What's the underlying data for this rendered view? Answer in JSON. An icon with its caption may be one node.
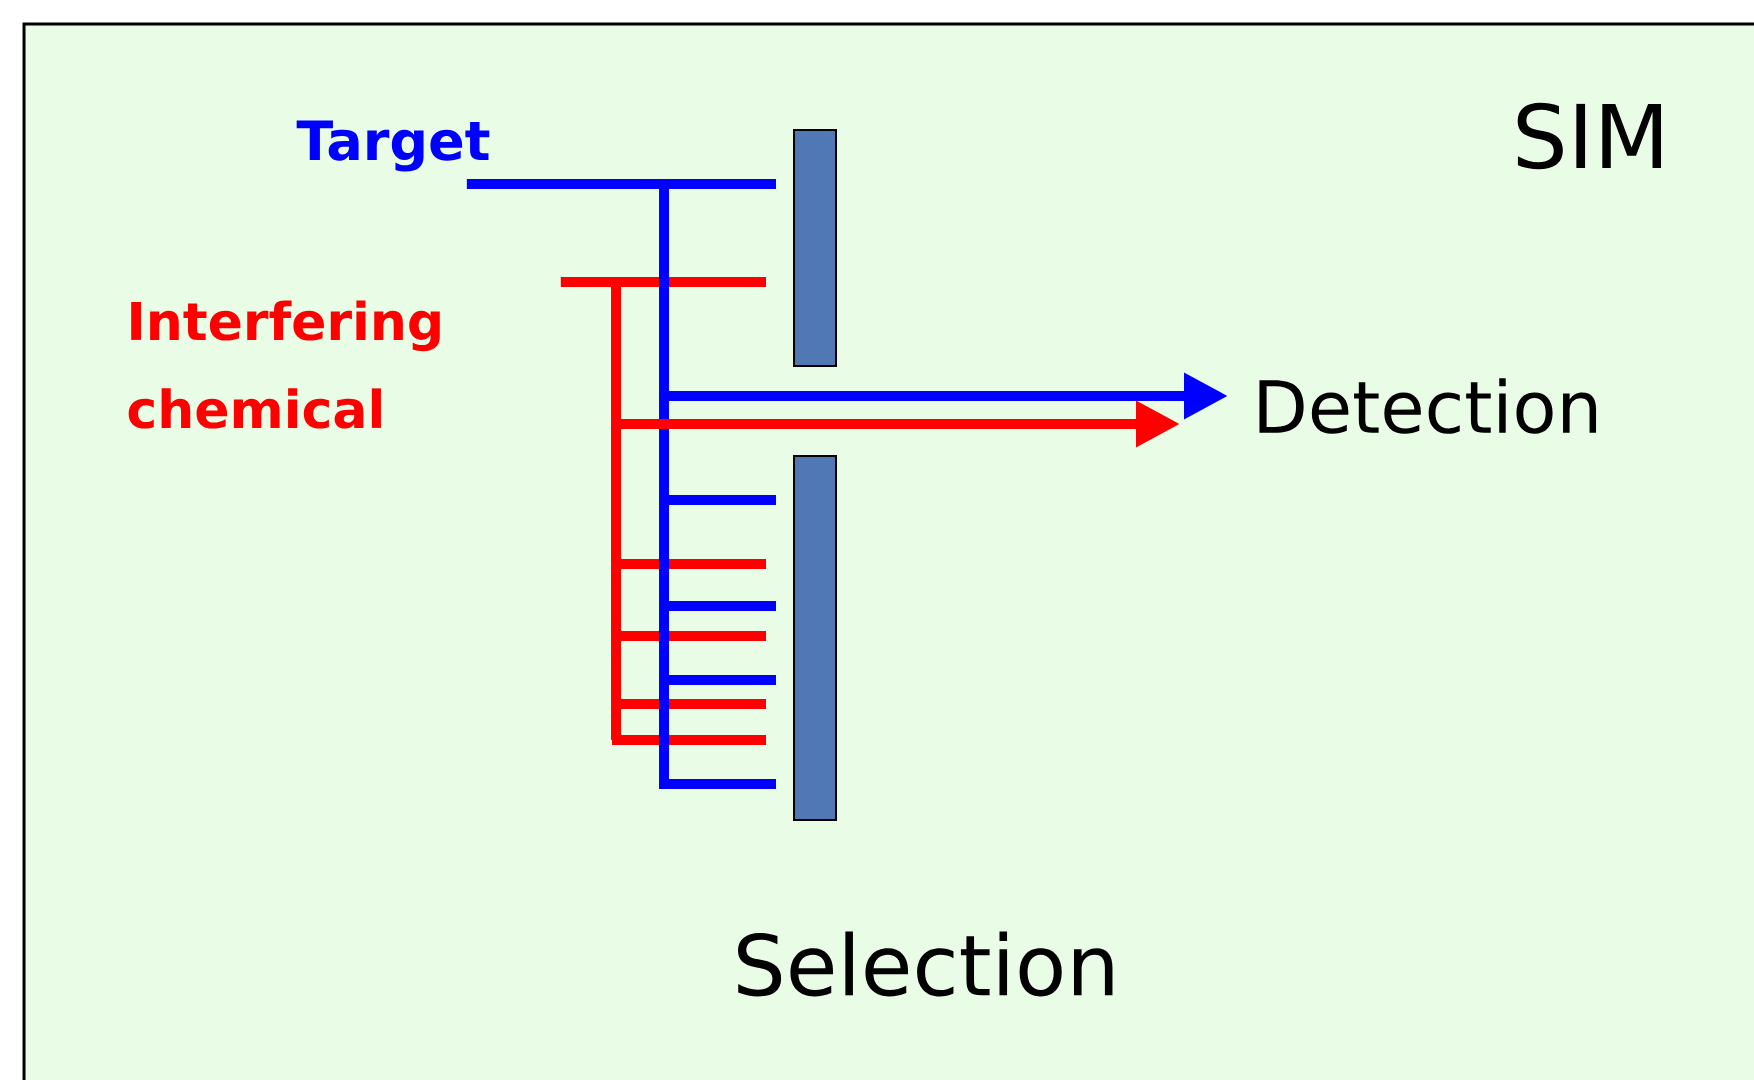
{
  "diagram": {
    "nodes": [
      {
        "text": [
          "Target"
        ]
      },
      {
        "text": [
          "Interfering chemical"
        ]
      },
      {
        "text": [
          "Detection"
        ]
      }
    ],
    "edges": [
      {
        "from": 0,
        "to": 2,
        "arrow": "to",
        "color": "#0000ff"
      },
      {
        "from": 1,
        "to": 2,
        "arrow": "to",
        "color": "#ff0000"
      }
    ],
    "labels": [
      "SIM",
      "Selection"
    ]
  }
}
